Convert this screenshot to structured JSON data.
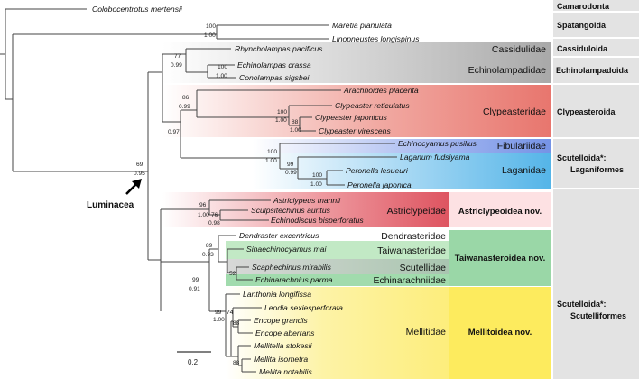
{
  "taxa": {
    "colobocentrotus_mertensii": "Colobocentrotus mertensii",
    "maretia_planulata": "Maretia planulata",
    "linopneustes_longispinus": "Linopneustes longispinus",
    "rhyncholampas_pacificus": "Rhyncholampas pacificus",
    "echinolampas_crassa": "Echinolampas crassa",
    "conolampas_sigsbei": "Conolampas sigsbei",
    "arachnoides_placenta": "Arachnoides placenta",
    "clypeaster_reticulatus": "Clypeaster reticulatus",
    "clypeaster_japonicus": "Clypeaster japonicus",
    "clypeaster_virescens": "Clypeaster virescens",
    "echinocyamus_pusillus": "Echinocyamus pusillus",
    "laganum_fudsiyama": "Laganum fudsiyama",
    "peronella_lesueuri": "Peronella lesueuri",
    "peronella_japonica": "Peronella japonica",
    "astriclypeus_mannii": "Astriclypeus mannii",
    "sculpsitechinus_auritus": "Sculpsitechinus auritus",
    "echinodiscus_bisperforatus": "Echinodiscus bisperforatus",
    "dendraster_excentricus": "Dendraster excentricus",
    "sinaechinocyamus_mai": "Sinaechinocyamus mai",
    "scaphechinus_mirabilis": "Scaphechinus mirabilis",
    "echinarachnius_parma": "Echinarachnius parma",
    "lanthonia_longifissa": "Lanthonia longifissa",
    "leodia_sexiesperforata": "Leodia sexiesperforata",
    "encope_grandis": "Encope grandis",
    "encope_aberrans": "Encope aberrans",
    "mellitella_stokesii": "Mellitella stokesii",
    "mellita_isometra": "Mellita isometra",
    "mellita_notabilis": "Mellita notabilis"
  },
  "families": {
    "cassidulidae": "Cassidulidae",
    "echinolampadidae": "Echinolampadidae",
    "clypeasteridae": "Clypeasteridae",
    "fibulariidae": "Fibulariidae",
    "laganidae": "Laganidae",
    "astriclypeidae": "Astriclypeidae",
    "dendrasteridae": "Dendrasteridae",
    "taiwanasteridae": "Taiwanasteridae",
    "scutellidae": "Scutellidae",
    "echinarachniidae": "Echinarachniidae",
    "mellitidae": "Mellitidae"
  },
  "superfamilies": {
    "astriclypeoidea": "Astriclypeoidea nov.",
    "taiwanasteroidea": "Taiwanasteroidea nov.",
    "mellitoidea": "Mellitoidea nov."
  },
  "orders": {
    "camarodonta": "Camarodonta",
    "spatangoida": "Spatangoida",
    "cassiduloida": "Cassiduloida",
    "echinolampadoida": "Echinolampadoida",
    "clypeasteroida": "Clypeasteroida",
    "laganiformes_1": "Scutelloida*:",
    "laganiformes_2": "Laganiformes",
    "scutelliformes_1": "Scutelloida*:",
    "scutelliformes_2": "Scutelliformes"
  },
  "support": {
    "spat_bs": "100",
    "spat_pp": "1.00",
    "cass_bs": "77",
    "cass_pp": "0.99",
    "echl_bs": "100",
    "echl_pp": "1.00",
    "root_bs": "69",
    "root_pp": "0.95",
    "clyp_bs": "86",
    "clyp_pp": "0.99",
    "cl1_bs": "100",
    "cl1_pp": "1.00",
    "cl2_bs": "88",
    "cl2_pp": "1.00",
    "clyp_lag_pp": "0.97",
    "lag_bs": "100",
    "lag_pp": "1.00",
    "lag2_bs": "99",
    "lag2_pp": "0.99",
    "per_bs": "100",
    "per_pp": "1.00",
    "ast_bs": "96",
    "ast_pp": "1.00",
    "ast2_bs": "76",
    "ast2_pp": "0.98",
    "scut_bs": "99",
    "scut_pp": "0.91",
    "tai_bs": "89",
    "tai_pp": "0.93",
    "sc2": "52",
    "mel_bs": "99",
    "mel_pp": "1.00",
    "mel2": "74",
    "mel3": "88",
    "mel4": "88"
  },
  "annotations": {
    "luminacea": "Luminacea",
    "scale": "0.2"
  },
  "colors": {
    "grey": "#b4b4b4",
    "clypeasteridae": "#e8766e",
    "fibulariidae": "#7a9be8",
    "laganidae": "#62bdea",
    "astriclypeidae": "#e05862",
    "taiwan_light": "#c2e9c5",
    "green": "#9ad7a7",
    "yellow": "#fde95a",
    "order_box": "#e3e3e3"
  }
}
